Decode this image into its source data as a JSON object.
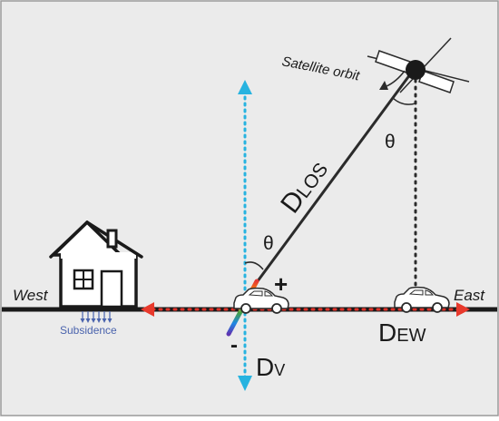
{
  "labels": {
    "satellite_orbit": "Satellite orbit",
    "theta_top": "θ",
    "theta_bottom": "θ",
    "d_los_main": "D",
    "d_los_sub": "LOS",
    "plus": "+",
    "minus": "-",
    "west": "West",
    "east": "East",
    "subsidence": "Subsidence",
    "d_ew_main": "D",
    "d_ew_sub": "EW",
    "d_v_main": "D",
    "d_v_sub": "V"
  },
  "colors": {
    "background": "#ebebeb",
    "frame": "#9a9a9a",
    "ground": "#1a1a1a",
    "los_line": "#2b2b2b",
    "vertical_arrow": "#27b3e0",
    "horizontal_arrow_dots": "#e0332a",
    "horizontal_arrow_heads": "#e8392c",
    "subsidence": "#4a63ad",
    "dotted_line": "#2b2b2b"
  },
  "icons": {
    "satellite": "satellite-icon",
    "house": "house-icon",
    "car_near": "car-icon",
    "car_far": "car-icon",
    "subsidence_arrows": "down-arrows-icon",
    "orbit_arrow": "curved-arrow-icon"
  }
}
